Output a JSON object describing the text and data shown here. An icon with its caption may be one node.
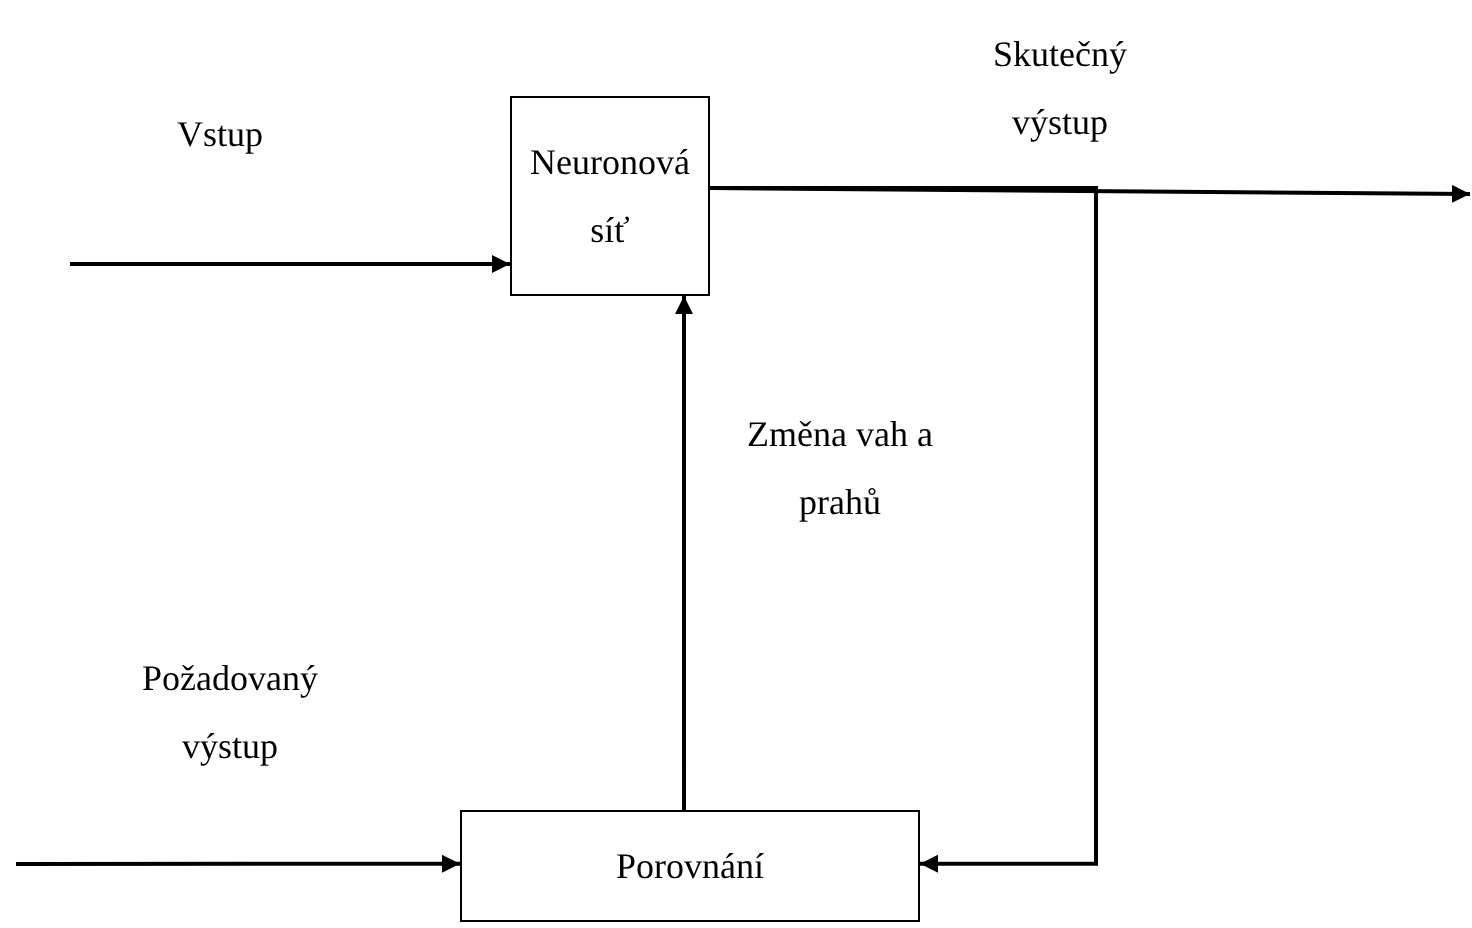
{
  "diagram": {
    "nodes": [
      {
        "text": [
          "Neuronová síť"
        ]
      },
      {
        "text": [
          "Porovnání"
        ]
      }
    ],
    "edges": [
      {
        "from": null,
        "to": 0,
        "arrow": "to",
        "label": "Vstup"
      },
      {
        "from": 0,
        "to": null,
        "arrow": "to",
        "label": "Skutečný výstup"
      },
      {
        "from": 0,
        "to": 1,
        "arrow": "to"
      },
      {
        "from": 1,
        "to": 0,
        "arrow": "to",
        "label": "Změna vah a prahů"
      },
      {
        "from": null,
        "to": 1,
        "arrow": "to",
        "label": "Požadovaný výstup"
      }
    ]
  }
}
